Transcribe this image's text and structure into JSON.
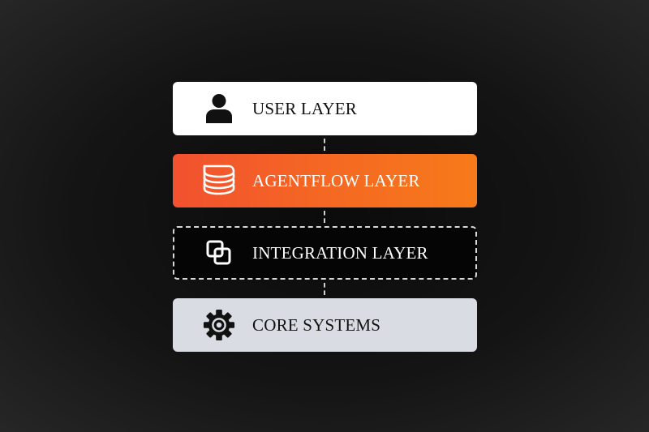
{
  "layers": [
    {
      "label": "USER LAYER",
      "icon": "user-icon",
      "background": "#ffffff",
      "text_color": "#111111"
    },
    {
      "label": "AGENTFLOW LAYER",
      "icon": "stacked-layers-icon",
      "background": "#f2512f",
      "background_end": "#f67a1a",
      "text_color": "#ffffff"
    },
    {
      "label": "INTEGRATION LAYER",
      "icon": "overlapping-squares-icon",
      "background": "#050505",
      "border": "dashed #d8d8d8",
      "text_color": "#ffffff"
    },
    {
      "label": "CORE SYSTEMS",
      "icon": "gear-icon",
      "background": "#d9dce3",
      "text_color": "#111111"
    }
  ]
}
